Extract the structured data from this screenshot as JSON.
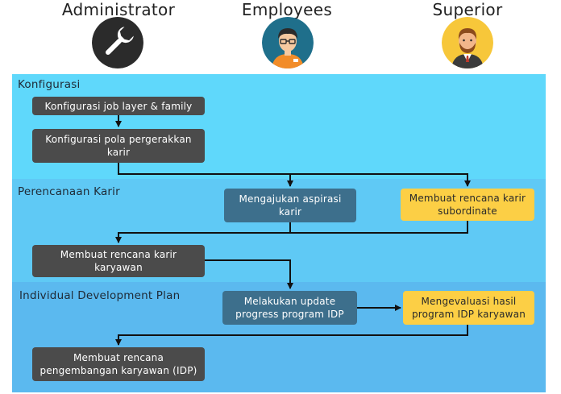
{
  "roles": [
    {
      "title": "Administrator",
      "icon": "wrench-icon"
    },
    {
      "title": "Employees",
      "icon": "employee-avatar-icon"
    },
    {
      "title": "Superior",
      "icon": "superior-avatar-icon"
    }
  ],
  "lanes": {
    "konfigurasi": "Konfigurasi",
    "perencanaan": "Perencanaan Karir",
    "idp": "Individual Development Plan"
  },
  "nodes": {
    "n1": "Konfigurasi job layer & family",
    "n2": "Konfigurasi pola pergerakkan karir",
    "n3": "Mengajukan aspirasi karir",
    "n4": "Membuat rencana karir subordinate",
    "n5": "Membuat rencana karir karyawan",
    "n6": "Melakukan update progress program IDP",
    "n7": "Mengevaluasi hasil program IDP karyawan",
    "n8": "Membuat rencana pengembangan karyawan (IDP)"
  },
  "colors": {
    "band_1": "#5fd8fb",
    "band_2": "#5fc9f5",
    "band_3": "#5bb9ef",
    "admin_box": "#4b4b4b",
    "employee_box": "#3d6f8c",
    "superior_box": "#fccf45",
    "icon_bg_admin": "#2b2b2b",
    "icon_bg_employee": "#1f6f8b",
    "icon_bg_superior": "#f7c73a"
  }
}
